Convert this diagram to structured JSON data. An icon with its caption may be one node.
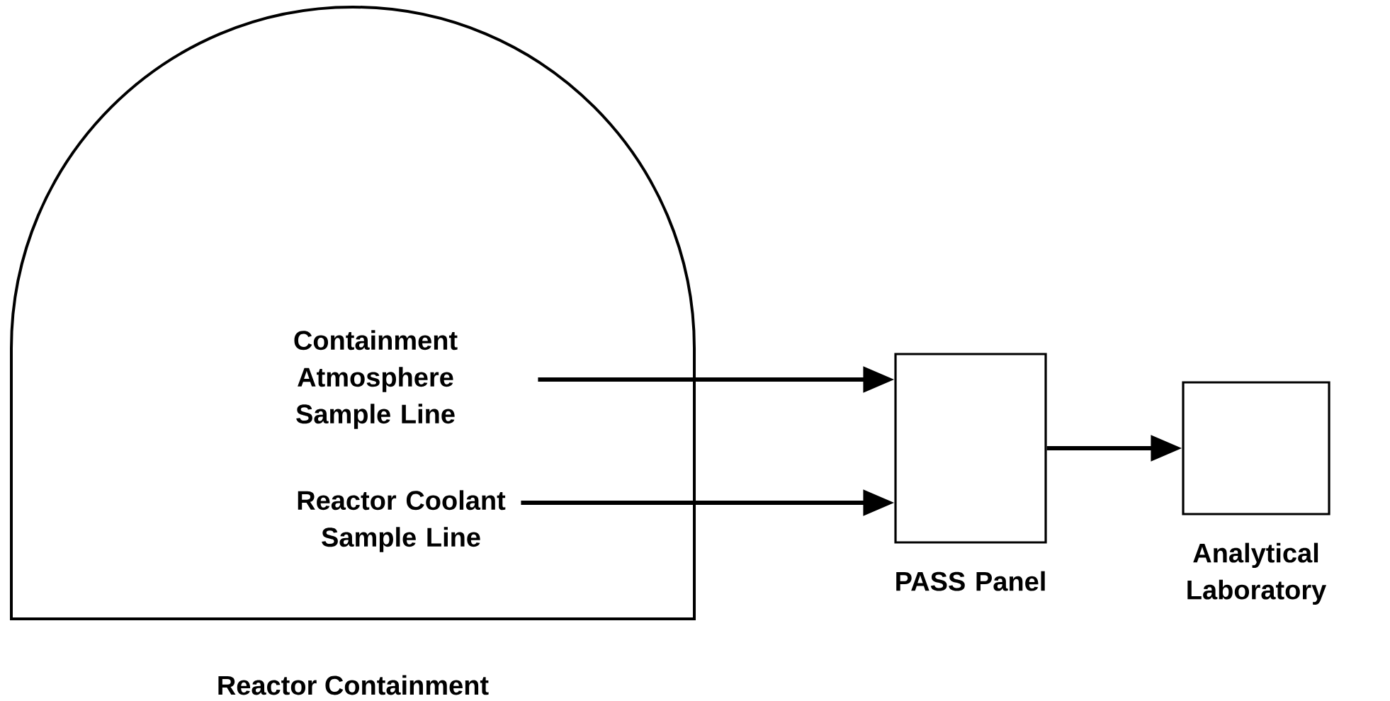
{
  "diagram": {
    "nodes": [
      {
        "text": [
          "Reactor Containment"
        ]
      },
      {
        "text": [
          "Containment Atmosphere Sample Line"
        ],
        "in": 0
      },
      {
        "text": [
          "Reactor Coolant Sample Line"
        ],
        "in": 0
      },
      {
        "text": [
          "PASS Panel"
        ]
      },
      {
        "text": [
          "Analytical Laboratory"
        ]
      }
    ],
    "edges": [
      {
        "from": 1,
        "to": 3,
        "arrow": "to"
      },
      {
        "from": 2,
        "to": 3,
        "arrow": "to"
      },
      {
        "from": 3,
        "to": 4,
        "arrow": "to"
      }
    ]
  }
}
